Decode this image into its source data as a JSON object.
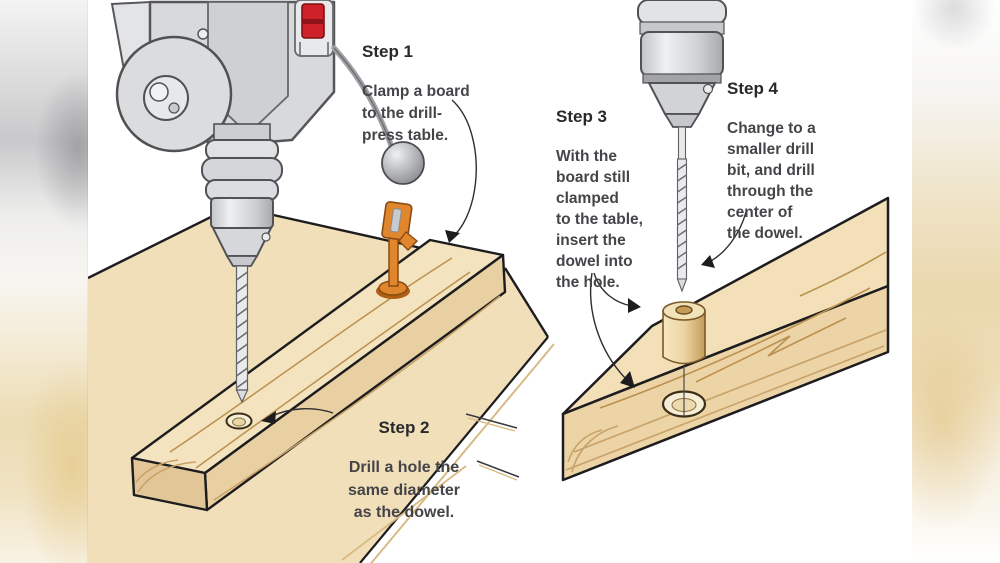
{
  "alt": "Four-step instructional diagram for drilling a centered hole through a dowel on a drill press",
  "steps": [
    {
      "title": "Step 1",
      "body": "Clamp a board\nto the drill-\npress table."
    },
    {
      "title": "Step 2",
      "body": "Drill a hole the\nsame diameter\nas the dowel."
    },
    {
      "title": "Step 3",
      "body": "With the\nboard still\nclamped\nto the table,\ninsert the\ndowel into\nthe hole."
    },
    {
      "title": "Step 4",
      "body": "Change to a\nsmaller drill\nbit, and drill\nthrough the\ncenter of\nthe dowel."
    }
  ],
  "colors": {
    "wood_top": "#f4e3bf",
    "wood_front": "#e9d0a2",
    "wood_end": "#e2c697",
    "wood_grain": "#bb914f",
    "table_top": "#f1dfb9",
    "machine_gray": "#d8d9db",
    "machine_outline": "#56575a",
    "switch_red": "#ce2129",
    "clamp_orange": "#e0862c",
    "outline_black": "#1d1d1f",
    "text_title": "#29292c",
    "text_body": "#454549"
  }
}
